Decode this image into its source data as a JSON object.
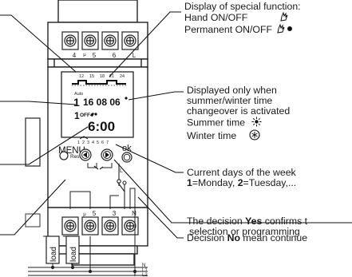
{
  "device": {
    "top_terminals": [
      "4",
      "5",
      "6",
      "L"
    ],
    "top_terminal_mark": "μ",
    "bottom_terminals": [
      "",
      "5",
      "3",
      "N"
    ],
    "bottom_terminal_mark": "μ",
    "lcd": {
      "hour_scale": [
        "12",
        "15",
        "18",
        "21",
        "24"
      ],
      "mode": "Auto",
      "date": "16 08 06",
      "channel": "1",
      "state": "OFF",
      "time": "6:00",
      "weekdays": [
        "1",
        "2",
        "3",
        "4",
        "5",
        "6",
        "7"
      ]
    },
    "buttons": {
      "menu_label": "MENU",
      "ok_label": "ok",
      "reset_label": "Res"
    },
    "loads": [
      "load",
      "load"
    ],
    "wires": [
      "N",
      "L1",
      "L2"
    ]
  },
  "annotations": {
    "special_function": {
      "title": "Display of special function:",
      "line1": "Hand ON/OFF",
      "line2": "Permanent ON/OFF"
    },
    "summer_winter": {
      "line1": "Displayed only when",
      "line2": "summer/winter time",
      "line3": "changeover is activated",
      "summer": "Summer time",
      "winter": "Winter time"
    },
    "days": {
      "line1": "Current days of the week",
      "line2_b1": "1",
      "line2_t1": "=Monday, ",
      "line2_b2": "2",
      "line2_t2": "=Tuesday,..."
    },
    "yes": {
      "pre": "The decision ",
      "bold": "Yes",
      "post": " confirms t",
      "line2": "selection or programming"
    },
    "no": {
      "pre": "Decision ",
      "bold": "No",
      "post": " mean continue"
    }
  },
  "icons": {
    "hand": "hand-icon",
    "permanent": "hand-dot-icon",
    "summer": "sun-icon",
    "winter": "snowflake-circle-icon"
  }
}
